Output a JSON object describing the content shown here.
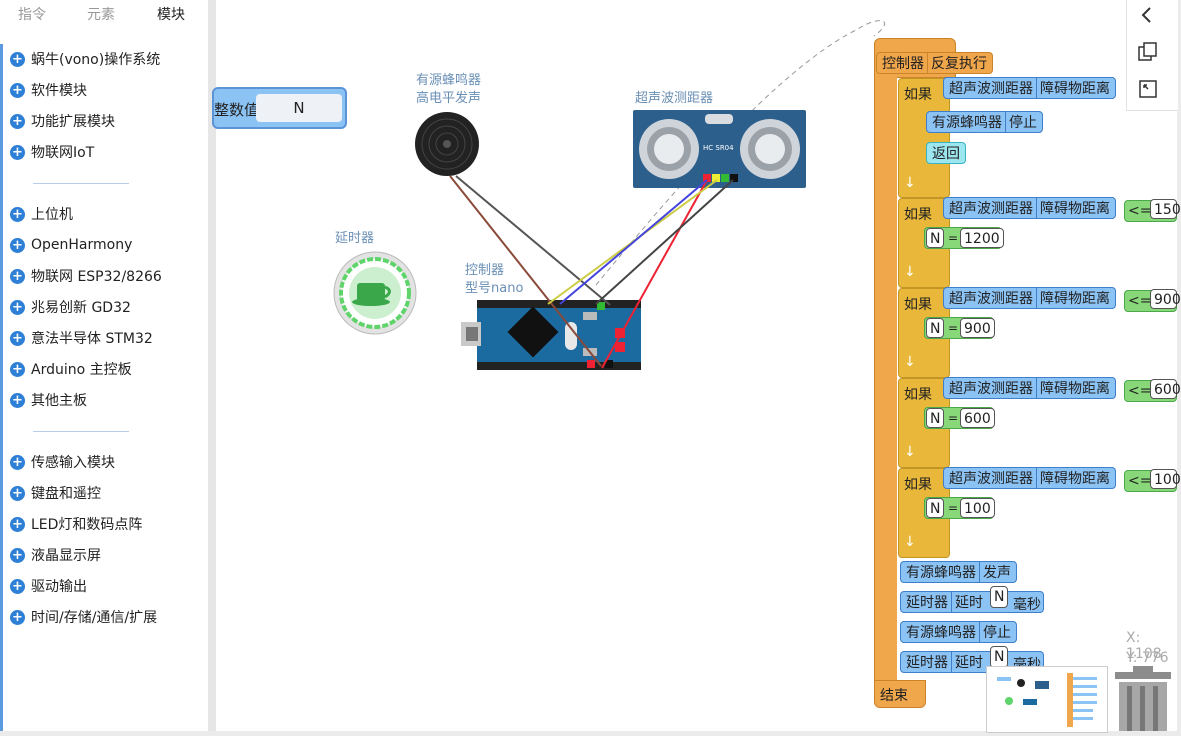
{
  "tabs": [
    "指令",
    "元素",
    "模块"
  ],
  "sidebar": {
    "items": [
      "蜗牛(vono)操作系统",
      "软件模块",
      "功能扩展模块",
      "物联网IoT",
      "上位机",
      "OpenHarmony",
      "物联网 ESP32/8266",
      "兆易创新 GD32",
      "意法半导体 STM32",
      "Arduino 主控板",
      "其他主板",
      "传感输入模块",
      "键盘和遥控",
      "LED灯和数码点阵",
      "液晶显示屏",
      "驱动输出",
      "时间/存储/通信/扩展"
    ]
  },
  "canvas": {
    "var_block": {
      "label": "整数值",
      "value": "N"
    },
    "buzzer": {
      "title": "有源蜂鸣器",
      "subtitle": "高电平发声"
    },
    "ultrasonic": {
      "title": "超声波测距器",
      "chip_text": "HC SR04"
    },
    "delay": {
      "title": "延时器"
    },
    "controller": {
      "title": "控制器",
      "subtitle": "型号nano"
    },
    "coords": {
      "x": "X: 1108",
      "y": "Y: 776"
    }
  },
  "program": {
    "header": [
      "控制器",
      "反复执行"
    ],
    "if_label": "如果",
    "sensor": [
      "超声波测距器",
      "障碍物距离"
    ],
    "op": "<=",
    "buzzer_stop": [
      "有源蜂鸣器",
      "停止"
    ],
    "buzzer_on": [
      "有源蜂鸣器",
      "发声"
    ],
    "return_label": "返回",
    "var": "N",
    "eq": "=",
    "cond_values": [
      "150",
      "900",
      "600",
      "100"
    ],
    "assign_values": [
      "1200",
      "900",
      "600",
      "100"
    ],
    "delay": [
      "延时器",
      "延时"
    ],
    "ms": "毫秒",
    "arrow": "↓",
    "end": "结束"
  },
  "colors": {
    "accent": "#2e7fd6",
    "control": "#f0a64a",
    "yellow": "#e9b83b",
    "blue_block": "#8cc3f5",
    "green_block": "#88d87a"
  }
}
